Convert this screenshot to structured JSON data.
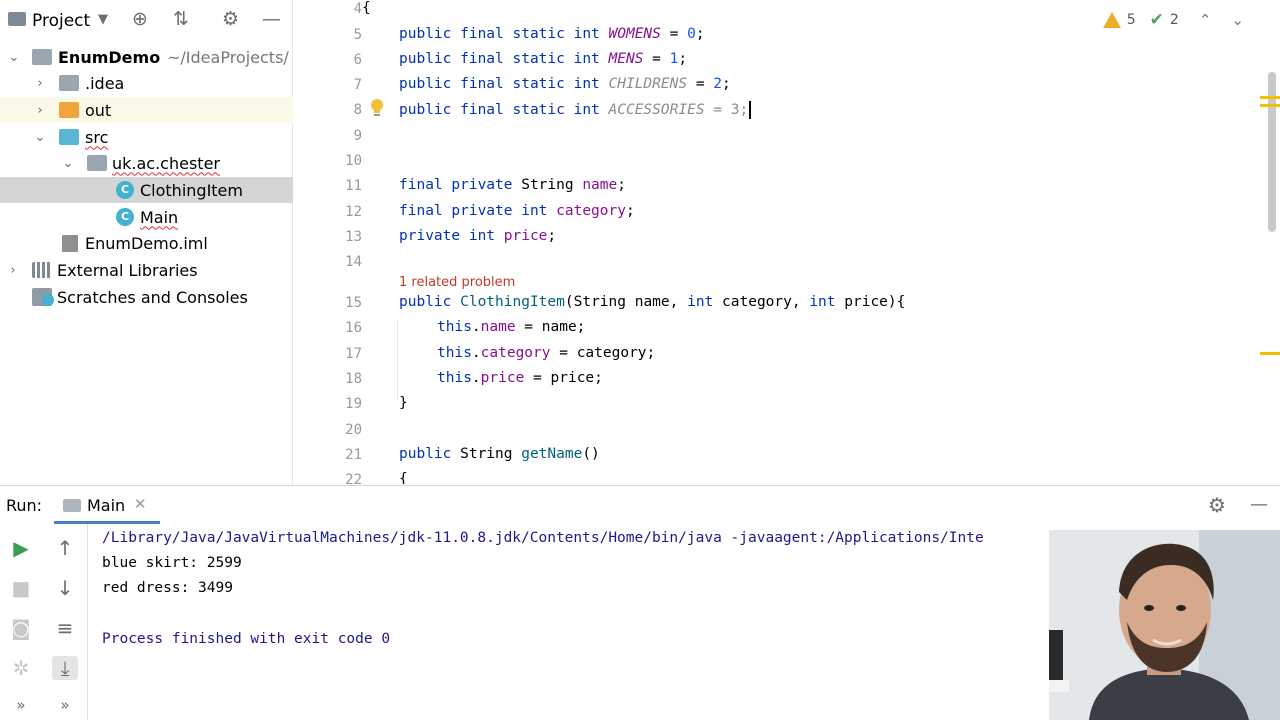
{
  "project_panel": {
    "title": "Project",
    "tree": [
      {
        "label": "EnumDemo",
        "suffix": "~/IdeaProjects/",
        "icon": "folder-icon"
      },
      {
        "label": ".idea",
        "icon": "folder-icon"
      },
      {
        "label": "out",
        "icon": "folder-orange-icon"
      },
      {
        "label": "src",
        "icon": "folder-blue-icon"
      },
      {
        "label": "uk.ac.chester",
        "icon": "package-icon"
      },
      {
        "label": "ClothingItem",
        "icon": "class-icon"
      },
      {
        "label": "Main",
        "icon": "class-icon"
      },
      {
        "label": "EnumDemo.iml",
        "icon": "module-file-icon"
      },
      {
        "label": "External Libraries",
        "icon": "libraries-icon"
      },
      {
        "label": "Scratches and Consoles",
        "icon": "scratches-icon"
      }
    ]
  },
  "editor": {
    "line_numbers": [
      "4",
      "5",
      "6",
      "7",
      "8",
      "9",
      "10",
      "11",
      "12",
      "13",
      "14",
      "15",
      "16",
      "17",
      "18",
      "19",
      "20",
      "21",
      "22"
    ],
    "code": {
      "l4": "{",
      "l5_kw": "public final static int ",
      "l5_name": "WOMENS",
      "l5_eq": " = ",
      "l5_val": "0",
      "l5_end": ";",
      "l6_kw": "public final static int ",
      "l6_name": "MENS",
      "l6_eq": " = ",
      "l6_val": "1",
      "l6_end": ";",
      "l7_kw": "public final static int ",
      "l7_name": "CHILDRENS",
      "l7_eq": " = ",
      "l7_val": "2",
      "l7_end": ";",
      "l8_kw": "public final static int ",
      "l8_name": "ACCESSORIES",
      "l8_eq": " = ",
      "l8_val": "3",
      "l8_end": ";",
      "l11_kw": "final private ",
      "l11_type": "String ",
      "l11_name": "name",
      "l11_end": ";",
      "l12_kw": "final private int ",
      "l12_name": "category",
      "l12_end": ";",
      "l13_kw": "private int ",
      "l13_name": "price",
      "l13_end": ";",
      "l15_kw": "public ",
      "l15_ctor": "ClothingItem",
      "l15_a": "(String name, ",
      "l15_int1": "int",
      "l15_b": " category, ",
      "l15_int2": "int",
      "l15_c": " price){",
      "l16_this": "this",
      "l16_dot": ".",
      "l16_field": "name",
      "l16_rest": " = name;",
      "l17_this": "this",
      "l17_dot": ".",
      "l17_field": "category",
      "l17_rest": " = category;",
      "l18_this": "this",
      "l18_dot": ".",
      "l18_field": "price",
      "l18_rest": " = price;",
      "l19": "}",
      "l21_kw": "public ",
      "l21_type": "String ",
      "l21_meth": "getName",
      "l21_rest": "()",
      "l22": "{"
    },
    "problem_hint": "1 related problem",
    "warnings_count": "5",
    "checks_count": "2"
  },
  "run_panel": {
    "label": "Run:",
    "tab_label": "Main",
    "console_lines": [
      "/Library/Java/JavaVirtualMachines/jdk-11.0.8.jdk/Contents/Home/bin/java -javaagent:/Applications/Inte",
      "blue skirt: 2599",
      "red dress: 3499",
      "",
      "Process finished with exit code 0"
    ]
  },
  "colors": {
    "keyword": "#0033b3",
    "constant": "#871094",
    "number": "#1750eb",
    "method": "#00627a",
    "selection": "#d5d5d5",
    "run_green": "#3e9b4f",
    "tab_underline": "#4083c9"
  }
}
